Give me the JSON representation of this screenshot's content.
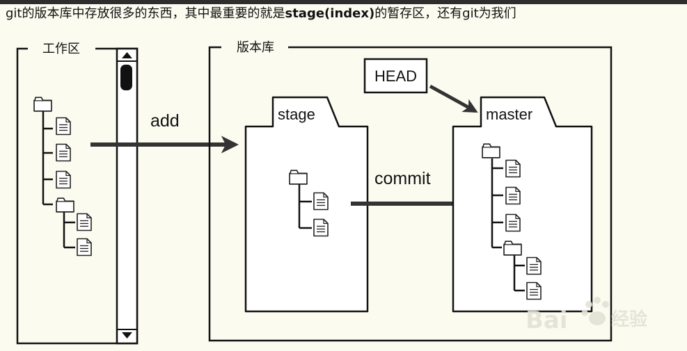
{
  "intro": {
    "text_before": "git的版本库中存放很多的东西，其中最重要的就是",
    "bold": "stage(index)",
    "text_after": "的暂存区，还有git为我们"
  },
  "diagram": {
    "workspace_label": "工作区",
    "repository_label": "版本库",
    "stage_label": "stage",
    "master_label": "master",
    "head_label": "HEAD",
    "add_label": "add",
    "commit_label": "commit"
  },
  "watermark": {
    "brand": "Bai",
    "suffix": "经验"
  },
  "icons": [
    "folder-icon",
    "file-icon",
    "scroll-up-arrow-icon",
    "scroll-down-arrow-icon",
    "paw-icon"
  ]
}
